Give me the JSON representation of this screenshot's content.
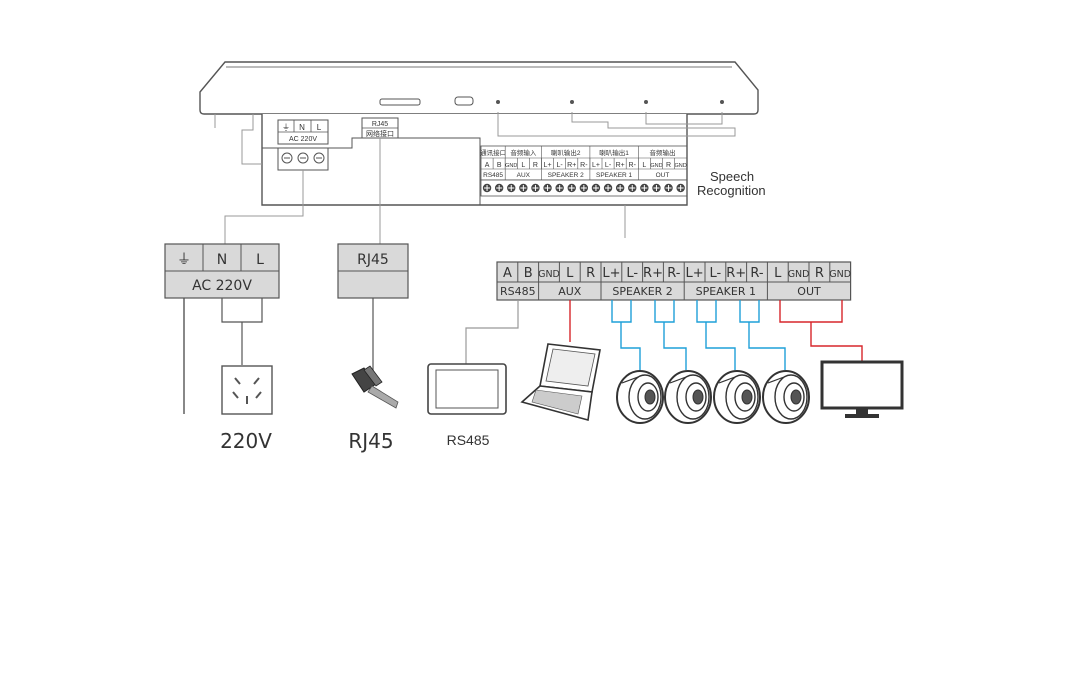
{
  "device": {
    "power_top": [
      "⏚",
      "N",
      "L"
    ],
    "power_bottom": "AC  220V",
    "rj45_label": "RJ45",
    "rj45_sub": "网络接口",
    "voice_label_line1": "Speech",
    "voice_label_line2": "Recognition",
    "small_terminal": {
      "group_headers": [
        "通讯接口",
        "音频输入",
        "喇叭输出2",
        "喇叭输出1",
        "音频输出"
      ],
      "pins": [
        "A",
        "B",
        "GND",
        "L",
        "R",
        "L+",
        "L-",
        "R+",
        "R-",
        "L+",
        "L-",
        "R+",
        "R-",
        "L",
        "GND",
        "R",
        "GND"
      ],
      "groups": [
        "RS485",
        "AUX",
        "SPEAKER 2",
        "SPEAKER 1",
        "OUT"
      ]
    }
  },
  "power_block": {
    "top": [
      "⏚",
      "N",
      "L"
    ],
    "bottom": "AC  220V",
    "caption": "220V"
  },
  "rj45_block": {
    "label": "RJ45",
    "caption": "RJ45"
  },
  "terminal": {
    "pins": [
      "A",
      "B",
      "GND",
      "L",
      "R",
      "L+",
      "L-",
      "R+",
      "R-",
      "L+",
      "L-",
      "R+",
      "R-",
      "L",
      "GND",
      "R",
      "GND"
    ],
    "groups": [
      "RS485",
      "AUX",
      "SPEAKER 2",
      "SPEAKER 1",
      "OUT"
    ]
  },
  "rs485_caption": "RS485",
  "colors": {
    "line": "#555555",
    "gray_wire": "#999999",
    "red_wire": "#d7262b",
    "blue_wire": "#1fa0d8",
    "panel_fill": "#d9d9d9"
  }
}
